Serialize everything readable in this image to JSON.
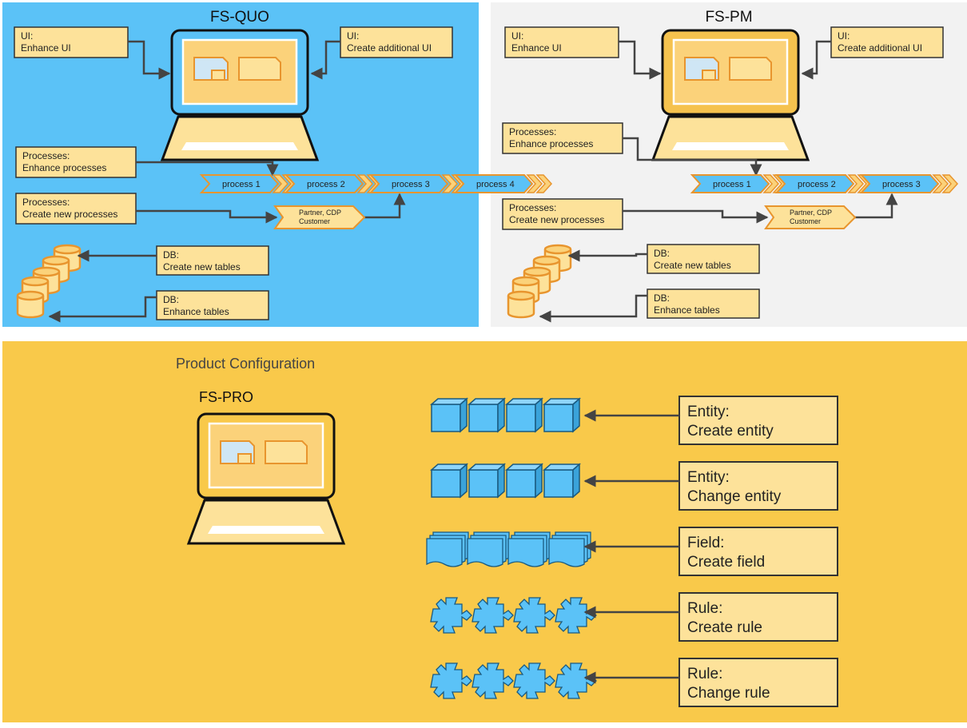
{
  "panels": {
    "quo": {
      "title": "FS-QUO",
      "ui_enhance": [
        "UI:",
        "Enhance UI"
      ],
      "ui_create": [
        "UI:",
        "Create additional UI"
      ],
      "proc_enhance": [
        "Processes:",
        "Enhance processes"
      ],
      "proc_create": [
        "Processes:",
        "Create new processes"
      ],
      "db_create": [
        "DB:",
        "Create new tables"
      ],
      "db_enhance": [
        "DB:",
        "Enhance tables"
      ],
      "processes": [
        "process 1",
        "process 2",
        "process 3",
        "process 4"
      ],
      "partner": [
        "Partner, CDP",
        "Customer"
      ],
      "colors": {
        "background": "#5bc2f7"
      }
    },
    "pm": {
      "title": "FS-PM",
      "ui_enhance": [
        "UI:",
        "Enhance UI"
      ],
      "ui_create": [
        "UI:",
        "Create additional UI"
      ],
      "proc_enhance": [
        "Processes:",
        "Enhance processes"
      ],
      "proc_create": [
        "Processes:",
        "Create new processes"
      ],
      "db_create": [
        "DB:",
        "Create new tables"
      ],
      "db_enhance": [
        "DB:",
        "Enhance tables"
      ],
      "processes": [
        "process 1",
        "process 2",
        "process 3"
      ],
      "partner": [
        "Partner, CDP",
        "Customer"
      ],
      "colors": {
        "background": "#f2f2f2"
      }
    }
  },
  "product_config": {
    "heading": "Product Configuration",
    "title": "FS-PRO",
    "rows": [
      {
        "icon": "cube-row-icon",
        "label": [
          "Entity:",
          "Create entity"
        ]
      },
      {
        "icon": "cube-row-icon",
        "label": [
          "Entity:",
          "Change entity"
        ]
      },
      {
        "icon": "document-stack-row-icon",
        "label": [
          "Field:",
          "Create field"
        ]
      },
      {
        "icon": "puzzle-row-icon",
        "label": [
          "Rule:",
          "Create rule"
        ]
      },
      {
        "icon": "puzzle-row-icon",
        "label": [
          "Rule:",
          "Change rule"
        ]
      }
    ],
    "colors": {
      "background": "#f9c94a"
    }
  },
  "colors": {
    "label_fill": "#fde29a",
    "label_border": "#333333",
    "orange": "#e8952e",
    "blue_shape": "#5bc2f7",
    "arrow": "#444444"
  }
}
